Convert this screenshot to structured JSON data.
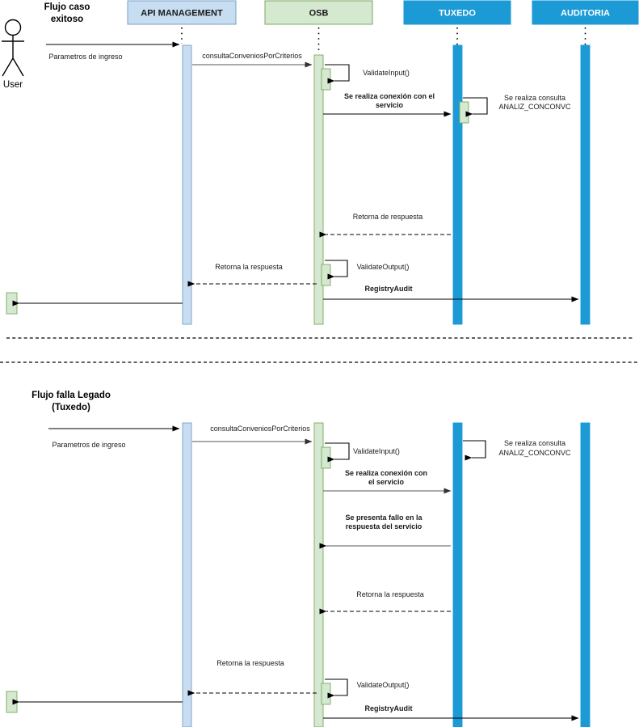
{
  "diagram": {
    "title_visible": false,
    "colors": {
      "apim_fill": "#c6ddf2",
      "apim_stroke": "#7b9fc4",
      "osb_fill": "#d5e8d0",
      "osb_stroke": "#7ba95e",
      "tuxedo_fill": "#1b9ad6",
      "tuxedo_stroke": "#1b9ad6",
      "auditoria_fill": "#1b9ad6",
      "auditoria_stroke": "#1b9ad6",
      "line": "#000000",
      "grey_line": "#555555",
      "background": "#ffffff"
    },
    "participants": [
      {
        "id": "user",
        "label": "User",
        "type": "actor"
      },
      {
        "id": "apim",
        "label": "API MANAGEMENT",
        "type": "box",
        "style": "blue-light"
      },
      {
        "id": "osb",
        "label": "OSB",
        "type": "box",
        "style": "green-light"
      },
      {
        "id": "tuxedo",
        "label": "TUXEDO",
        "type": "box",
        "style": "blue-solid"
      },
      {
        "id": "auditoria",
        "label": "AUDITORIA",
        "type": "box",
        "style": "blue-solid"
      }
    ],
    "flows": [
      {
        "id": "flujo-exitoso",
        "title_line1": "Flujo caso",
        "title_line2": "exitoso",
        "messages": [
          {
            "id": "u-apim",
            "label": "Parametros de ingreso",
            "from": "user",
            "to": "apim",
            "style": "solid",
            "bold": false
          },
          {
            "id": "apim-osb",
            "label": "consultaConveniosPorCriterios",
            "from": "apim",
            "to": "osb",
            "style": "solid-grey",
            "bold": false
          },
          {
            "id": "osb-self-in",
            "label": "ValidateInput()",
            "from": "osb",
            "to": "osb",
            "style": "self",
            "bold": false
          },
          {
            "id": "osb-tux",
            "label": "Se realiza conexión con el servicio",
            "label_line1": "Se realiza conexión con el",
            "label_line2": "servicio",
            "from": "osb",
            "to": "tuxedo",
            "style": "solid",
            "bold": true
          },
          {
            "id": "tux-self",
            "label": "Se realiza consulta ANALIZ_CONCONVC",
            "label_line1": "Se realiza consulta",
            "label_line2": "ANALIZ_CONCONVC",
            "from": "tuxedo",
            "to": "tuxedo",
            "style": "self",
            "bold": false
          },
          {
            "id": "tux-osb",
            "label": "Retorna de respuesta",
            "from": "tuxedo",
            "to": "osb",
            "style": "dashed",
            "bold": false
          },
          {
            "id": "osb-self-out",
            "label": "ValidateOutput()",
            "from": "osb",
            "to": "osb",
            "style": "self",
            "bold": false
          },
          {
            "id": "osb-apim",
            "label": "Retorna la respuesta",
            "from": "osb",
            "to": "apim",
            "style": "dashed",
            "bold": false
          },
          {
            "id": "osb-aud",
            "label": "RegistryAudit",
            "from": "osb",
            "to": "auditoria",
            "style": "solid",
            "bold": true
          },
          {
            "id": "apim-user",
            "label": "",
            "from": "apim",
            "to": "user",
            "style": "solid",
            "bold": false
          }
        ]
      },
      {
        "id": "flujo-falla",
        "title_line1": "Flujo falla Legado",
        "title_line2": "(Tuxedo)",
        "messages": [
          {
            "id": "u-apim-2",
            "label": "Parametros de ingreso",
            "from": "user",
            "to": "apim",
            "style": "solid",
            "bold": false
          },
          {
            "id": "apim-osb-2",
            "label": "consultaConveniosPorCriterios",
            "from": "apim",
            "to": "osb",
            "style": "solid-grey",
            "bold": false
          },
          {
            "id": "osb-self-in-2",
            "label": "ValidateInput()",
            "from": "osb",
            "to": "osb",
            "style": "self",
            "bold": false
          },
          {
            "id": "tux-self-2",
            "label": "Se realiza consulta ANALIZ_CONCONVC",
            "label_line1": "Se realiza consulta",
            "label_line2": "ANALIZ_CONCONVC",
            "from": "tuxedo",
            "to": "tuxedo",
            "style": "self",
            "bold": false
          },
          {
            "id": "osb-tux-2",
            "label": "Se realiza conexión con el servicio",
            "label_line1": "Se realiza conexión con",
            "label_line2": "el servicio",
            "from": "osb",
            "to": "tuxedo",
            "style": "solid-grey",
            "bold": true
          },
          {
            "id": "tux-osb-fail",
            "label": "Se presenta fallo en la respuesta del servicio",
            "label_line1": "Se presenta fallo en la",
            "label_line2": "respuesta del servicio",
            "from": "tuxedo",
            "to": "osb",
            "style": "solid-grey",
            "bold": true
          },
          {
            "id": "tux-osb-ret",
            "label": "Retorna la respuesta",
            "from": "tuxedo",
            "to": "osb",
            "style": "dashed",
            "bold": false
          },
          {
            "id": "osb-apim-2",
            "label": "Retorna la respuesta",
            "from": "osb",
            "to": "apim",
            "style": "dashed",
            "bold": false
          },
          {
            "id": "osb-self-out-2",
            "label": "ValidateOutput()",
            "from": "osb",
            "to": "osb",
            "style": "self",
            "bold": false
          },
          {
            "id": "osb-aud-2",
            "label": "RegistryAudit",
            "from": "osb",
            "to": "auditoria",
            "style": "solid",
            "bold": true
          },
          {
            "id": "apim-user-2",
            "label": "",
            "from": "apim",
            "to": "user",
            "style": "solid",
            "bold": false
          }
        ]
      }
    ]
  }
}
